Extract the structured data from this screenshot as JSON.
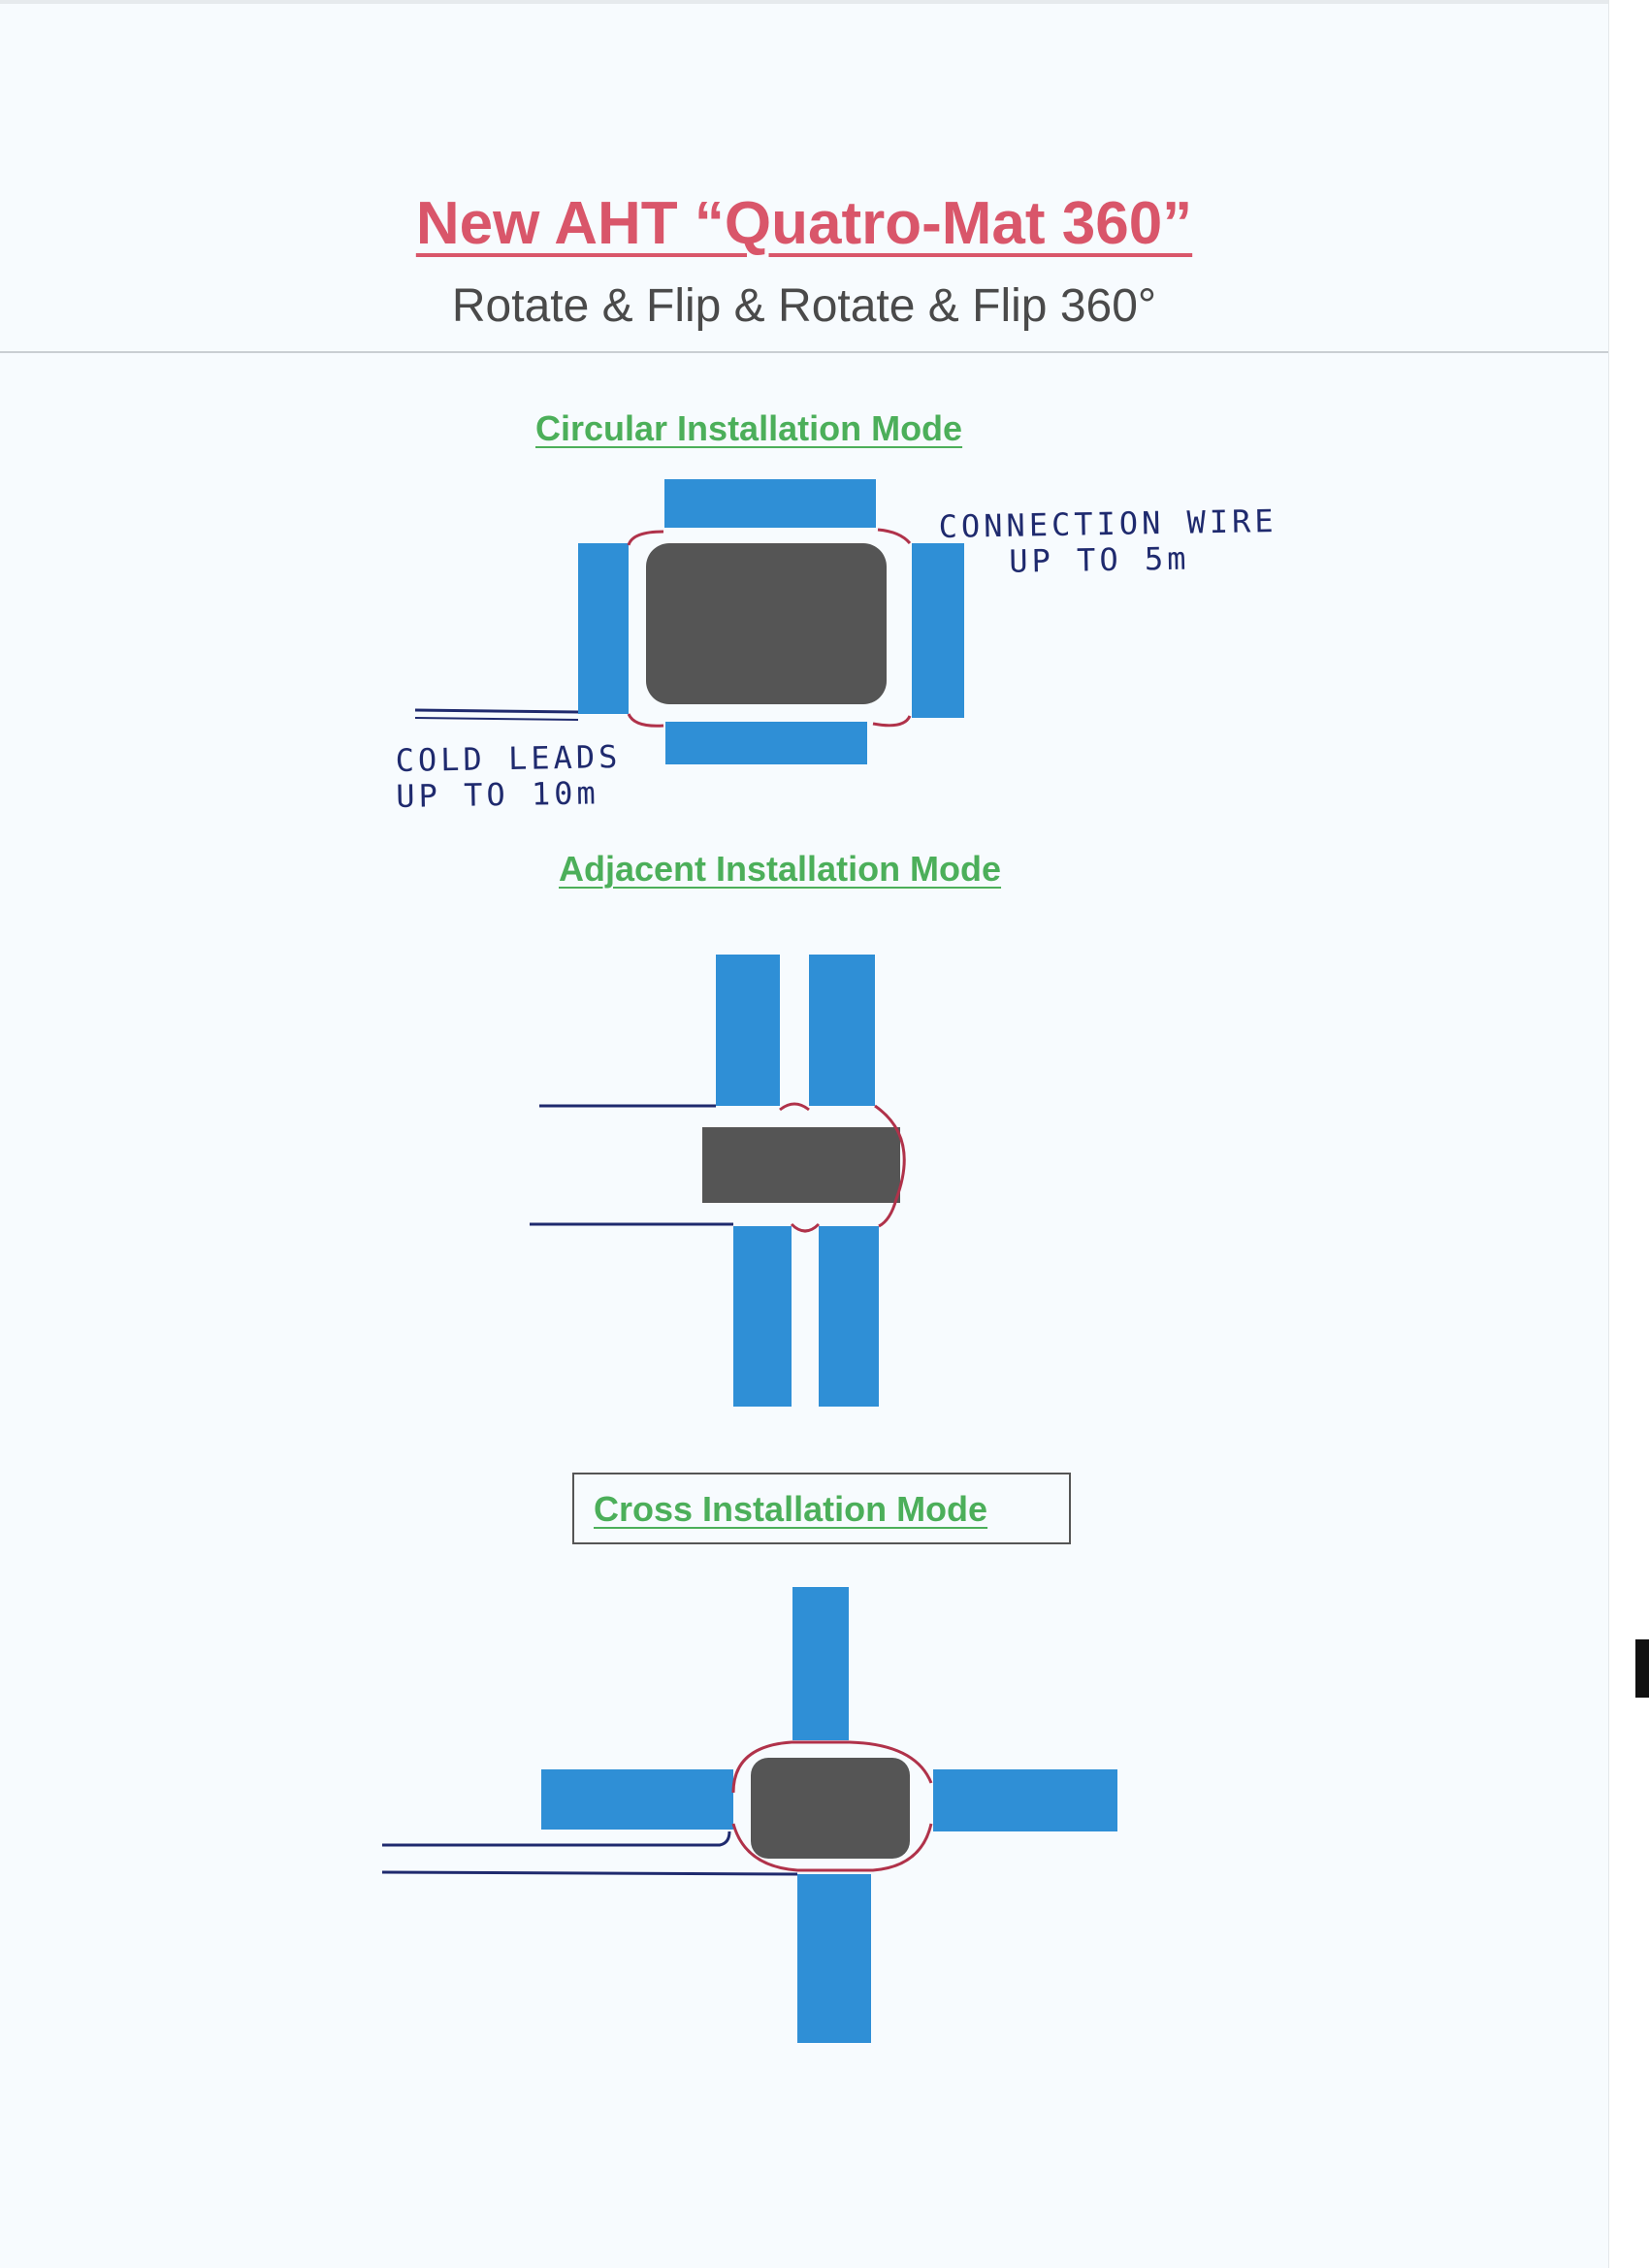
{
  "header": {
    "title": "New AHT “Quatro-Mat 360”",
    "subtitle": "Rotate & Flip & Rotate & Flip 360°"
  },
  "sections": {
    "circular": {
      "heading": "Circular Installation Mode",
      "note_connection": [
        "CONNECTION WIRE",
        "UP TO 5m"
      ],
      "note_cold_leads": [
        "COLD LEADS",
        "UP TO 10m"
      ]
    },
    "adjacent": {
      "heading": "Adjacent Installation Mode"
    },
    "cross": {
      "heading": "Cross Installation Mode"
    }
  },
  "colors": {
    "title": "#d9566a",
    "heading": "#4caf5a",
    "mat": "#2f8fd6",
    "center": "#555555",
    "connection_wire": "#b0324a",
    "cold_lead": "#1f2a6e"
  }
}
